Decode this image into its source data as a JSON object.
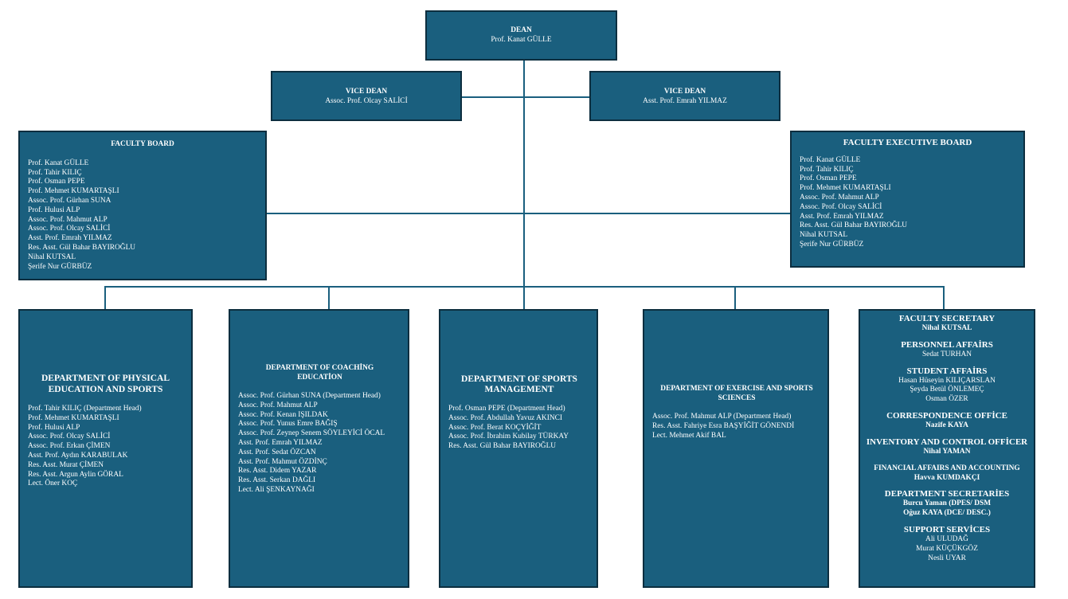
{
  "dean": {
    "title": "DEAN",
    "name": "Prof. Kanat GÜLLE"
  },
  "vice_dean_1": {
    "title": "VICE DEAN",
    "name": "Assoc. Prof. Olcay SALİCİ"
  },
  "vice_dean_2": {
    "title": "VICE DEAN",
    "name": "Asst. Prof. Emrah YILMAZ"
  },
  "faculty_board": {
    "title": "FACULTY BOARD",
    "members": [
      "Prof. Kanat GÜLLE",
      "Prof. Tahir KILIÇ",
      "Prof. Osman PEPE",
      "Prof. Mehmet KUMARTAŞLI",
      "Assoc. Prof. Gürhan SUNA",
      "Prof. Hulusi ALP",
      "Assoc. Prof. Mahmut ALP",
      "Assoc. Prof. Olcay SALİCİ",
      "Asst. Prof. Emrah YILMAZ",
      "Res. Asst. Gül Bahar BAYIROĞLU",
      "Nihal KUTSAL",
      "Şerife Nur GÜRBÜZ"
    ]
  },
  "faculty_executive_board": {
    "title": "FACULTY EXECUTIVE BOARD",
    "members": [
      "Prof. Kanat GÜLLE",
      "Prof. Tahir KILIÇ",
      "Prof. Osman PEPE",
      "Prof. Mehmet KUMARTAŞLI",
      "Assoc. Prof. Mahmut ALP",
      "Assoc. Prof. Olcay SALİCİ",
      "Asst. Prof. Emrah YILMAZ",
      "Res. Asst. Gül Bahar BAYIROĞLU",
      "Nihal KUTSAL",
      "Şerife Nur GÜRBÜZ"
    ]
  },
  "departments": [
    {
      "title": "DEPARTMENT OF PHYSICAL EDUCATION AND SPORTS",
      "members": [
        "Prof. Tahir KILIÇ  (Department Head)",
        "Prof. Mehmet KUMARTAŞLI",
        "Prof. Hulusi ALP",
        "Assoc. Prof. Olcay SALİCİ",
        "Assoc. Prof. Erkan ÇİMEN",
        "Asst. Prof. Aydın KARABULAK",
        "Res. Asst. Murat ÇİMEN",
        "Res. Asst. Argun Aylin GÖRAL",
        "Lect. Öner KOÇ"
      ]
    },
    {
      "title": "DEPARTMENT OF COACHİNG EDUCATİON",
      "members": [
        "Assoc. Prof. Gürhan SUNA (Department Head)",
        "Assoc. Prof. Mahmut ALP",
        "Assoc. Prof. Kenan IŞILDAK",
        "Assoc. Prof. Yunus Emre BAĞIŞ",
        "Assoc. Prof. Zeynep Senem SÖYLEYİCİ ÖCAL",
        "Asst. Prof. Emrah YILMAZ",
        "Asst. Prof. Sedat ÖZCAN",
        "Asst. Prof. Mahmut ÖZDİNÇ",
        "Res. Asst. Didem YAZAR",
        "Res. Asst. Serkan DAĞLI",
        "Lect. Ali ŞENKAYNAĞI"
      ]
    },
    {
      "title": "DEPARTMENT OF SPORTS MANAGEMENT",
      "members": [
        "Prof. Osman PEPE (Department Head)",
        "Assoc. Prof. Abdullah Yavuz AKINCI",
        "Assoc. Prof. Berat KOÇYİĞİT",
        "Assoc. Prof. İbrahim Kubilay TÜRKAY",
        "Res. Asst. Gül Bahar BAYIROĞLU"
      ]
    },
    {
      "title": "DEPARTMENT OF EXERCISE AND SPORTS SCIENCES",
      "members": [
        "Assoc. Prof. Mahmut ALP (Department Head)",
        "Res. Asst. Fahriye Esra BAŞYİĞİT GÖNENDİ",
        "Lect. Mehmet Akif BAL"
      ]
    }
  ],
  "secretariat": {
    "sections": [
      {
        "title": "FACULTY SECRETARY",
        "lines": [
          "Nihal KUTSAL"
        ],
        "bold": true
      },
      {
        "title": "PERSONNEL AFFAİRS",
        "lines": [
          "Sedat TURHAN"
        ],
        "bold": false
      },
      {
        "title": "STUDENT AFFAİRS",
        "lines": [
          "Hasan Hüseyin KILIÇARSLAN",
          "Şeyda Betül ÖNLEMEÇ",
          "Osman ÖZER"
        ],
        "bold": false
      },
      {
        "title": "CORRESPONDENCE OFFİCE",
        "lines": [
          "Nazife KAYA"
        ],
        "bold": true
      },
      {
        "title": "INVENTORY AND CONTROL OFFİCER",
        "lines": [
          "Nihal YAMAN"
        ],
        "bold": true
      },
      {
        "title": "FINANCIAL AFFAIRS AND ACCOUNTING",
        "lines": [
          "Havva KUMDAKÇI"
        ],
        "bold": true
      },
      {
        "title": "DEPARTMENT SECRETARİES",
        "lines": [
          "Burcu Yaman (DPES/ DSM",
          "Oğuz KAYA (DCE/ DESC.)"
        ],
        "bold": true
      },
      {
        "title": "SUPPORT SERVİCES",
        "lines": [
          "Ali ULUDAĞ",
          "Murat KÜÇÜKGÖZ",
          "Nesli UYAR"
        ],
        "bold": false
      }
    ]
  },
  "colors": {
    "box_fill": "#1a5f7e",
    "box_border": "#0c2e3f",
    "connector": "#1a5f7e",
    "text": "#ffffff"
  }
}
